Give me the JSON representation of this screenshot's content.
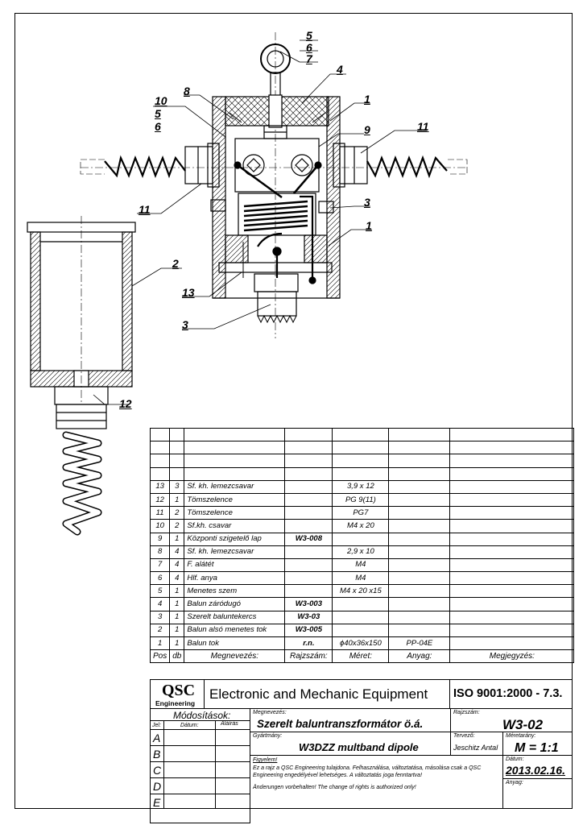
{
  "part_labels": {
    "l5a": "5",
    "l6a": "6",
    "l7": "7",
    "l4": "4",
    "l1a": "1",
    "l8": "8",
    "l10": "10",
    "l5b": "5",
    "l6b": "6",
    "l9": "9",
    "l11a": "11",
    "l11b": "11",
    "l3a": "3",
    "l1b": "1",
    "l2": "2",
    "l13": "13",
    "l3b": "3",
    "l12": "12"
  },
  "bom": {
    "rows": [
      [
        "13",
        "3",
        "Sf. kh. lemezcsavar",
        "",
        "3,9 x 12",
        "",
        ""
      ],
      [
        "12",
        "1",
        "Tömszelence",
        "",
        "PG 9(11)",
        "",
        ""
      ],
      [
        "11",
        "2",
        "Tömszelence",
        "",
        "PG7",
        "",
        ""
      ],
      [
        "10",
        "2",
        "Sf.kh. csavar",
        "",
        "M4 x 20",
        "",
        ""
      ],
      [
        "9",
        "1",
        "Központi szigetelő lap",
        "W3-008",
        "",
        "",
        ""
      ],
      [
        "8",
        "4",
        "Sf. kh. lemezcsavar",
        "",
        "2,9 x 10",
        "",
        ""
      ],
      [
        "7",
        "4",
        "F. alátét",
        "",
        "M4",
        "",
        ""
      ],
      [
        "6",
        "4",
        "Hlf. anya",
        "",
        "M4",
        "",
        ""
      ],
      [
        "5",
        "1",
        "Menetes szem",
        "",
        "M4 x 20 x15",
        "",
        ""
      ],
      [
        "4",
        "1",
        "Balun záródugó",
        "W3-003",
        "",
        "",
        ""
      ],
      [
        "3",
        "1",
        "Szerelt baluntekercs",
        "W3-03",
        "",
        "",
        ""
      ],
      [
        "2",
        "1",
        "Balun alsó menetes tok",
        "W3-005",
        "",
        "",
        ""
      ],
      [
        "1",
        "1",
        "Balun tok",
        "r.n.",
        "ϕ40x36x150",
        "PP-04E",
        ""
      ]
    ],
    "header": [
      "Pos",
      "db",
      "Megnevezés:",
      "Rajzszám:",
      "Méret:",
      "Anyag:",
      "Megjegyzés:"
    ]
  },
  "title_block": {
    "logo_main": "QSC",
    "logo_sub": "Engineering",
    "company": "Electronic and Mechanic Equipment",
    "iso": "ISO 9001:2000 - 7.3.",
    "modifications": "Módosítások:",
    "col_jel": "Jel:",
    "col_datum": "Dátum:",
    "col_alairas": "Aláírás",
    "rev_letters": [
      "A",
      "B",
      "C",
      "D",
      "E"
    ],
    "lbl_megnevezes": "Megnevezés:",
    "name": "Szerelt baluntranszformátor ö.á.",
    "lbl_rajzszam": "Rajzszám:",
    "drawing_no": "W3-02",
    "lbl_gyartmany": "Gyártmány:",
    "product": "W3DZZ multband dipole",
    "lbl_tervezo": "Tervező:",
    "designer": "Jeschitz Antal",
    "lbl_meretarany": "Méretarány:",
    "scale": "M = 1:1",
    "notice_title": "Figyelem!",
    "notice_hu": "Ez a rajz a QSC Engineering tulajdona. Felhasználása, változtatása, másolása csak a QSC Engineering engedélyével lehetséges. A változtatás joga fenntartva!",
    "notice_de": "Änderungen vorbehalten! The change of rights is authorized only!",
    "lbl_datum": "Dátum:",
    "date": "2013.02.16.",
    "lbl_anyag": "Anyag:"
  }
}
